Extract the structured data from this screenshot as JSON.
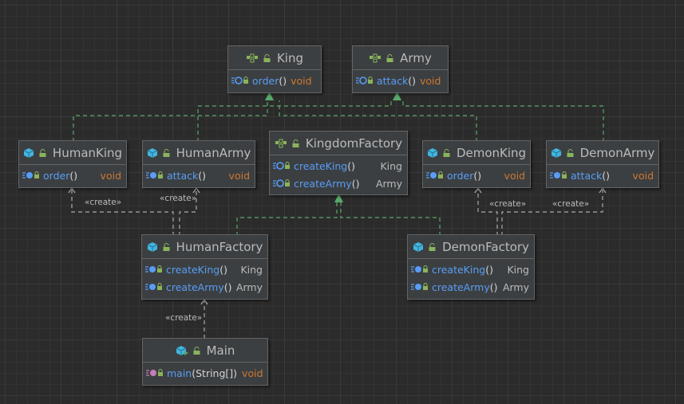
{
  "nodes": {
    "king": {
      "name": "King",
      "kind": "interface",
      "methods": [
        {
          "name": "order",
          "params": "()",
          "type": "void"
        }
      ]
    },
    "army": {
      "name": "Army",
      "kind": "interface",
      "methods": [
        {
          "name": "attack",
          "params": "()",
          "type": "void"
        }
      ]
    },
    "humanking": {
      "name": "HumanKing",
      "kind": "class",
      "methods": [
        {
          "name": "order",
          "params": "()",
          "type": "void"
        }
      ]
    },
    "humanarmy": {
      "name": "HumanArmy",
      "kind": "class",
      "methods": [
        {
          "name": "attack",
          "params": "()",
          "type": "void"
        }
      ]
    },
    "kingdomfactory": {
      "name": "KingdomFactory",
      "kind": "interface",
      "methods": [
        {
          "name": "createKing",
          "params": "()",
          "type": "King"
        },
        {
          "name": "createArmy",
          "params": "()",
          "type": "Army"
        }
      ]
    },
    "demonking": {
      "name": "DemonKing",
      "kind": "class",
      "methods": [
        {
          "name": "order",
          "params": "()",
          "type": "void"
        }
      ]
    },
    "demonarmy": {
      "name": "DemonArmy",
      "kind": "class",
      "methods": [
        {
          "name": "attack",
          "params": "()",
          "type": "void"
        }
      ]
    },
    "humanfactory": {
      "name": "HumanFactory",
      "kind": "class",
      "methods": [
        {
          "name": "createKing",
          "params": "()",
          "type": "King"
        },
        {
          "name": "createArmy",
          "params": "()",
          "type": "Army"
        }
      ]
    },
    "demonfactory": {
      "name": "DemonFactory",
      "kind": "class",
      "methods": [
        {
          "name": "createKing",
          "params": "()",
          "type": "King"
        },
        {
          "name": "createArmy",
          "params": "()",
          "type": "Army"
        }
      ]
    },
    "main": {
      "name": "Main",
      "kind": "main",
      "methods": [
        {
          "name": "main",
          "params": "(String[])",
          "type": "void"
        }
      ]
    }
  },
  "labels": {
    "create": "«create»"
  },
  "colors": {
    "background": "#2b2b2b",
    "node_fill": "#3c3f41",
    "realization_edge": "#59a869",
    "dependency_edge": "#a9a9a9",
    "method_name": "#589df6",
    "void_type": "#cc7832",
    "class_icon": "#40b6e0",
    "interface_icon": "#8ab45c"
  }
}
